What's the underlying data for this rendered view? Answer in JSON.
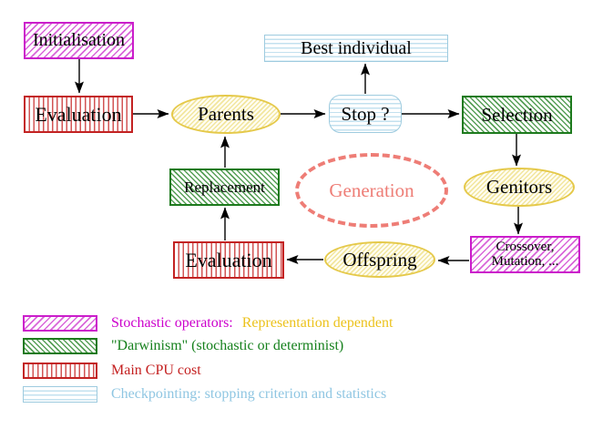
{
  "diagram": {
    "nodes": {
      "initialisation": "Initialisation",
      "evaluation_top": "Evaluation",
      "parents": "Parents",
      "best_individual": "Best individual",
      "stop": "Stop ?",
      "selection": "Selection",
      "replacement": "Replacement",
      "generation": "Generation",
      "genitors": "Genitors",
      "evaluation_bottom": "Evaluation",
      "offspring": "Offspring",
      "crossover_line1": "Crossover,",
      "crossover_line2": "Mutation, ..."
    },
    "legend": [
      {
        "swatch": "magenta-diagonal-hatch",
        "label": "Stochastic operators:",
        "label_secondary": "Representation dependent"
      },
      {
        "swatch": "green-diagonal-hatch",
        "label": "\"Darwinism\" (stochastic or determinist)"
      },
      {
        "swatch": "red-vertical-stripes",
        "label": "Main CPU cost"
      },
      {
        "swatch": "cyan-horizontal-stripes",
        "label": "Checkpointing: stopping criterion and statistics"
      }
    ],
    "colors": {
      "magenta": "#cc00cc",
      "green": "#1d7a1d",
      "red": "#c32222",
      "cyan": "#9ecbdf",
      "yellow": "#e5c94a",
      "salmon": "#ee7d76",
      "gold_text": "#ecc21c",
      "arrow": "#000000"
    }
  }
}
